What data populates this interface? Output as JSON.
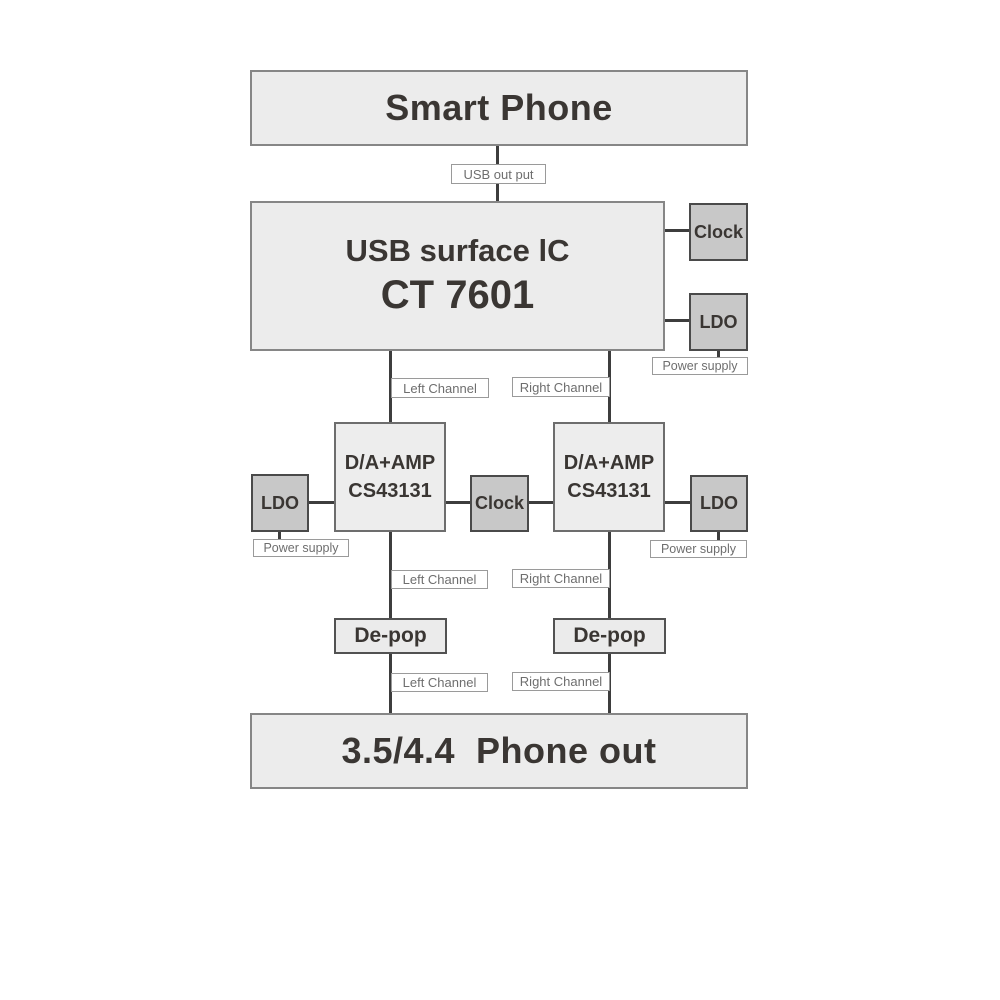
{
  "diagram": {
    "type": "block-diagram",
    "subject": "USB DAC / headphone amplifier signal chain",
    "colors": {
      "background": "#ffffff",
      "node_fill_light": "#ececec",
      "node_fill_dark": "#c8c8c8",
      "node_border_light": "#868686",
      "node_border_dark": "#4a4a4a",
      "connector_line": "#3d3d3d",
      "label_border": "#9a9a9a",
      "label_text": "#6e6e6e",
      "node_text": "#3a3633"
    },
    "nodes": {
      "smart_phone": {
        "label": "Smart Phone"
      },
      "usb_interface_ic": {
        "line1": "USB surface lC",
        "line2": "CT 7601"
      },
      "clock_top": {
        "label": "Clock"
      },
      "ldo_top": {
        "label": "LDO"
      },
      "dac_left": {
        "line1": "D/A+AMP",
        "line2": "CS43131"
      },
      "dac_right": {
        "line1": "D/A+AMP",
        "line2": "CS43131"
      },
      "clock_mid": {
        "label": "Clock"
      },
      "ldo_left": {
        "label": "LDO"
      },
      "ldo_right": {
        "label": "LDO"
      },
      "depop_left": {
        "label": "De-pop"
      },
      "depop_right": {
        "label": "De-pop"
      },
      "phone_out": {
        "label": "3.5/4.4  Phone out"
      }
    },
    "connector_labels": {
      "usb_output": "USB out put",
      "power_supply_top": "Power supply",
      "power_supply_left": "Power supply",
      "power_supply_right": "Power supply",
      "left_channel_top": "Left Channel",
      "right_channel_top": "Right Channel",
      "left_channel_mid": "Left Channel",
      "right_channel_mid": "Right Channel",
      "left_channel_bottom": "Left Channel",
      "right_channel_bottom": "Right Channel"
    }
  }
}
